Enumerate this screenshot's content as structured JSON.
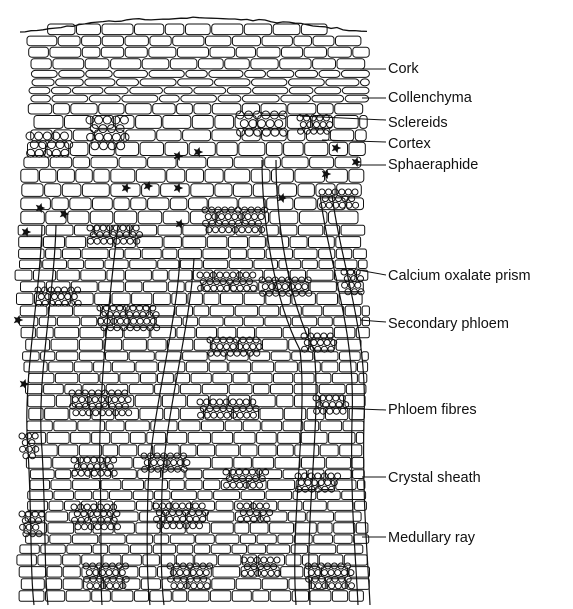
{
  "labels": {
    "cork": "Cork",
    "collenchyma": "Collenchyma",
    "sclereids": "Sclereids",
    "cortex": "Cortex",
    "sphaeraphide": "Sphaeraphide",
    "calcium_oxalate_prism": "Calcium oxalate prism",
    "secondary_phloem": "Secondary phloem",
    "phloem_fibres": "Phloem fibres",
    "crystal_sheath": "Crystal sheath",
    "medullary_ray": "Medullary ray"
  },
  "colors": {
    "ink": "#111111",
    "background": "#ffffff"
  }
}
